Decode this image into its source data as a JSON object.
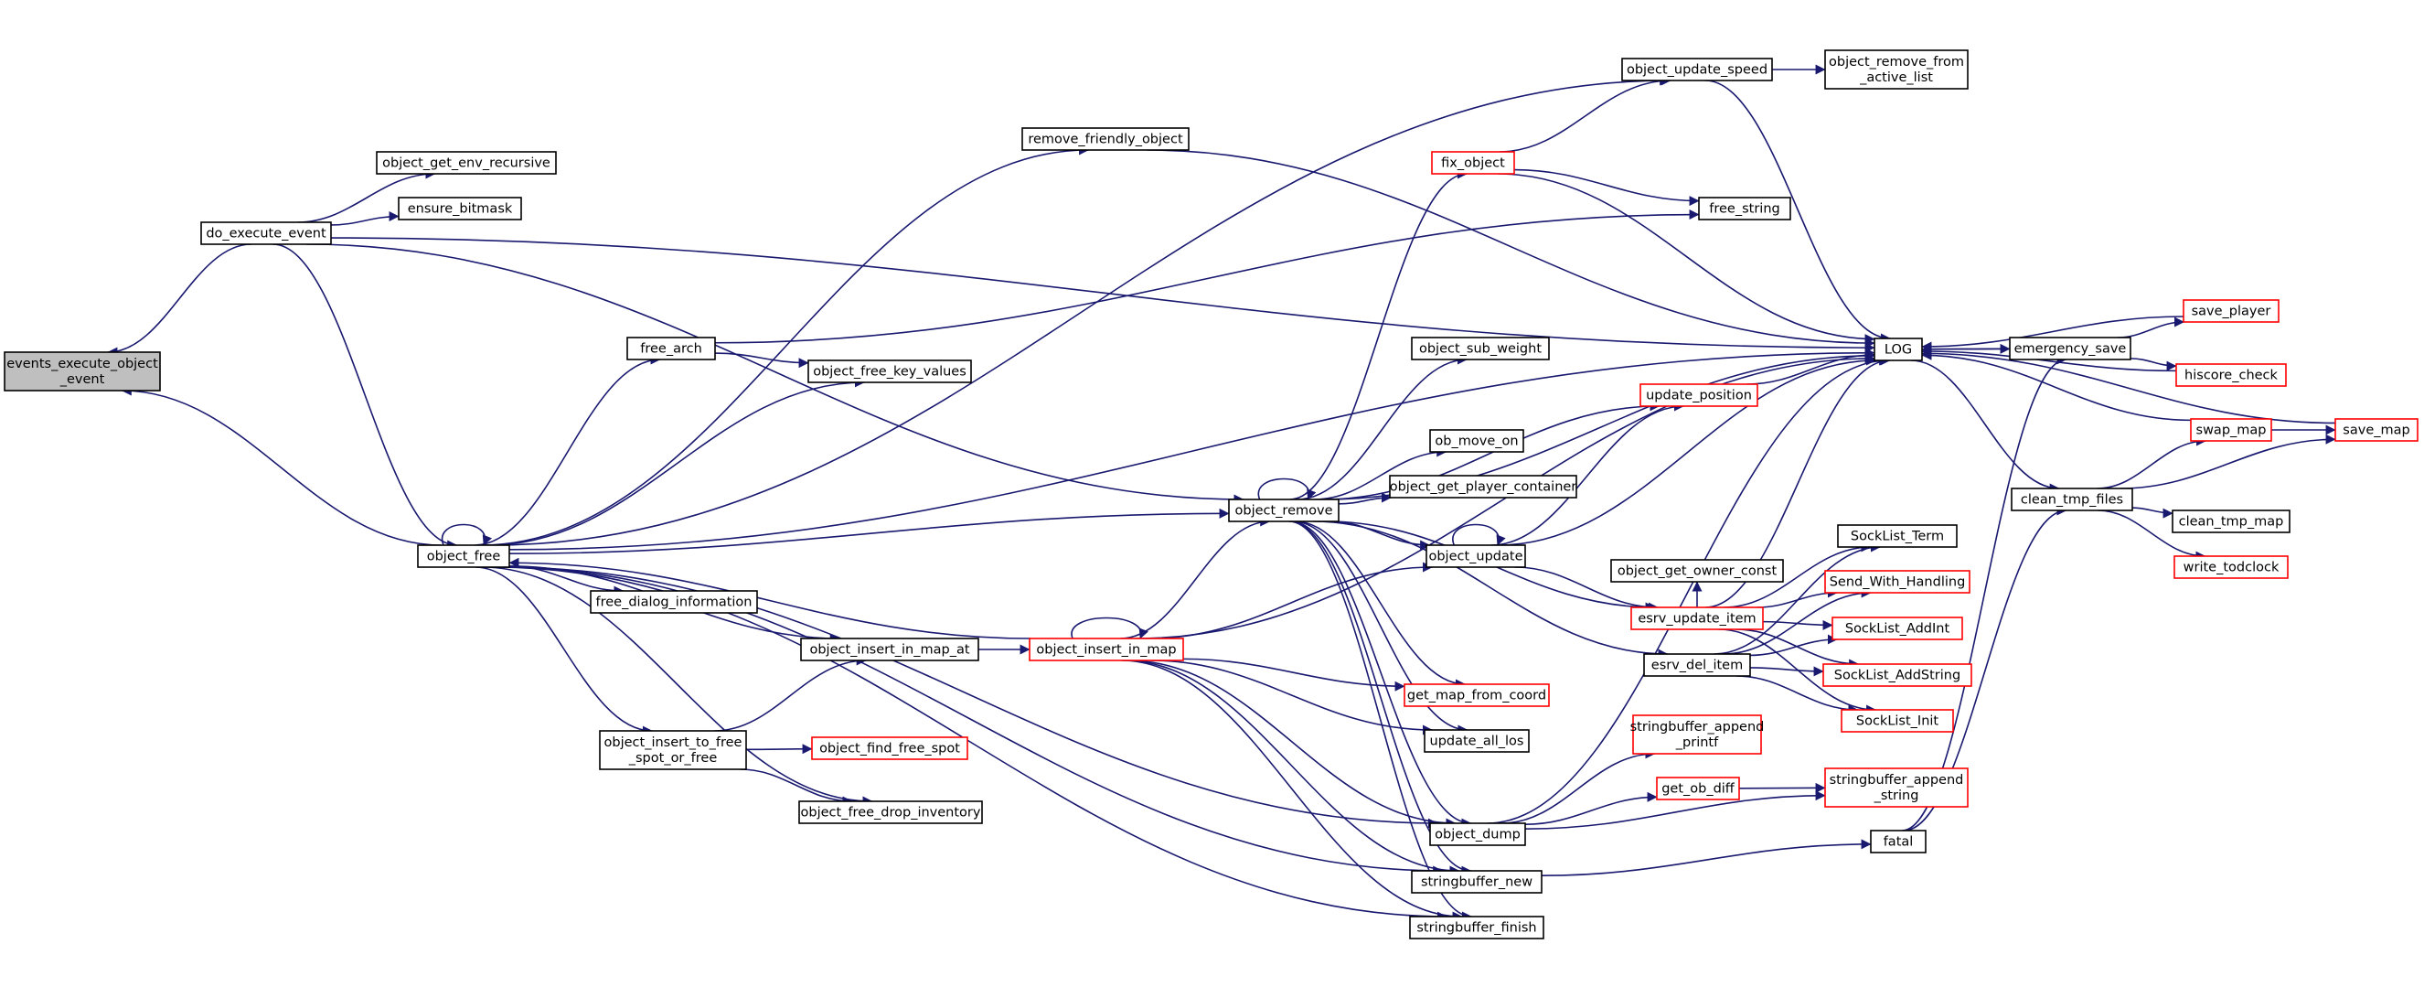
{
  "colors": {
    "edge": "#191970",
    "node_border_normal": "#000000",
    "node_border_truncated": "#ff0000",
    "node_fill": "#ffffff",
    "node_fill_root": "#bfbfbf"
  },
  "nodes": [
    {
      "id": "events_execute_object_event",
      "lines": [
        "events_execute_object",
        "_event"
      ],
      "style": "root"
    },
    {
      "id": "do_execute_event",
      "lines": [
        "do_execute_event"
      ],
      "style": "normal"
    },
    {
      "id": "object_free",
      "lines": [
        "object_free"
      ],
      "style": "normal"
    },
    {
      "id": "object_get_env_recursive",
      "lines": [
        "object_get_env_recursive"
      ],
      "style": "normal"
    },
    {
      "id": "ensure_bitmask",
      "lines": [
        "ensure_bitmask"
      ],
      "style": "normal"
    },
    {
      "id": "remove_friendly_object",
      "lines": [
        "remove_friendly_object"
      ],
      "style": "normal"
    },
    {
      "id": "free_arch",
      "lines": [
        "free_arch"
      ],
      "style": "normal"
    },
    {
      "id": "object_free_key_values",
      "lines": [
        "object_free_key_values"
      ],
      "style": "normal"
    },
    {
      "id": "free_dialog_information",
      "lines": [
        "free_dialog_information"
      ],
      "style": "normal"
    },
    {
      "id": "object_insert_in_map_at",
      "lines": [
        "object_insert_in_map_at"
      ],
      "style": "normal"
    },
    {
      "id": "object_insert_to_free_spot_or_free",
      "lines": [
        "object_insert_to_free",
        "_spot_or_free"
      ],
      "style": "normal"
    },
    {
      "id": "object_find_free_spot",
      "lines": [
        "object_find_free_spot"
      ],
      "style": "truncated"
    },
    {
      "id": "object_free_drop_inventory",
      "lines": [
        "object_free_drop_inventory"
      ],
      "style": "normal"
    },
    {
      "id": "object_insert_in_map",
      "lines": [
        "object_insert_in_map"
      ],
      "style": "truncated"
    },
    {
      "id": "object_remove",
      "lines": [
        "object_remove"
      ],
      "style": "normal"
    },
    {
      "id": "fix_object",
      "lines": [
        "fix_object"
      ],
      "style": "truncated"
    },
    {
      "id": "object_update_speed",
      "lines": [
        "object_update_speed"
      ],
      "style": "normal"
    },
    {
      "id": "object_remove_from_active_list",
      "lines": [
        "object_remove_from",
        "_active_list"
      ],
      "style": "normal"
    },
    {
      "id": "free_string",
      "lines": [
        "free_string"
      ],
      "style": "normal"
    },
    {
      "id": "object_sub_weight",
      "lines": [
        "object_sub_weight"
      ],
      "style": "normal"
    },
    {
      "id": "update_position",
      "lines": [
        "update_position"
      ],
      "style": "truncated"
    },
    {
      "id": "ob_move_on",
      "lines": [
        "ob_move_on"
      ],
      "style": "normal"
    },
    {
      "id": "object_get_player_container",
      "lines": [
        "object_get_player_container"
      ],
      "style": "normal"
    },
    {
      "id": "object_update",
      "lines": [
        "object_update"
      ],
      "style": "normal"
    },
    {
      "id": "object_get_owner_const",
      "lines": [
        "object_get_owner_const"
      ],
      "style": "normal"
    },
    {
      "id": "get_map_from_coord",
      "lines": [
        "get_map_from_coord"
      ],
      "style": "truncated"
    },
    {
      "id": "update_all_los",
      "lines": [
        "update_all_los"
      ],
      "style": "normal"
    },
    {
      "id": "object_dump",
      "lines": [
        "object_dump"
      ],
      "style": "normal"
    },
    {
      "id": "stringbuffer_new",
      "lines": [
        "stringbuffer_new"
      ],
      "style": "normal"
    },
    {
      "id": "stringbuffer_finish",
      "lines": [
        "stringbuffer_finish"
      ],
      "style": "normal"
    },
    {
      "id": "esrv_update_item",
      "lines": [
        "esrv_update_item"
      ],
      "style": "truncated"
    },
    {
      "id": "esrv_del_item",
      "lines": [
        "esrv_del_item"
      ],
      "style": "normal"
    },
    {
      "id": "stringbuffer_append_printf",
      "lines": [
        "stringbuffer_append",
        "_printf"
      ],
      "style": "truncated"
    },
    {
      "id": "get_ob_diff",
      "lines": [
        "get_ob_diff"
      ],
      "style": "truncated"
    },
    {
      "id": "stringbuffer_append_string",
      "lines": [
        "stringbuffer_append",
        "_string"
      ],
      "style": "truncated"
    },
    {
      "id": "fatal",
      "lines": [
        "fatal"
      ],
      "style": "normal"
    },
    {
      "id": "LOG",
      "lines": [
        "LOG"
      ],
      "style": "normal"
    },
    {
      "id": "SockList_Term",
      "lines": [
        "SockList_Term"
      ],
      "style": "normal"
    },
    {
      "id": "Send_With_Handling",
      "lines": [
        "Send_With_Handling"
      ],
      "style": "truncated"
    },
    {
      "id": "SockList_AddInt",
      "lines": [
        "SockList_AddInt"
      ],
      "style": "truncated"
    },
    {
      "id": "SockList_AddString",
      "lines": [
        "SockList_AddString"
      ],
      "style": "truncated"
    },
    {
      "id": "SockList_Init",
      "lines": [
        "SockList_Init"
      ],
      "style": "truncated"
    },
    {
      "id": "emergency_save",
      "lines": [
        "emergency_save"
      ],
      "style": "normal"
    },
    {
      "id": "clean_tmp_files",
      "lines": [
        "clean_tmp_files"
      ],
      "style": "normal"
    },
    {
      "id": "save_player",
      "lines": [
        "save_player"
      ],
      "style": "truncated"
    },
    {
      "id": "hiscore_check",
      "lines": [
        "hiscore_check"
      ],
      "style": "truncated"
    },
    {
      "id": "swap_map",
      "lines": [
        "swap_map"
      ],
      "style": "truncated"
    },
    {
      "id": "save_map",
      "lines": [
        "save_map"
      ],
      "style": "truncated"
    },
    {
      "id": "clean_tmp_map",
      "lines": [
        "clean_tmp_map"
      ],
      "style": "normal"
    },
    {
      "id": "write_todclock",
      "lines": [
        "write_todclock"
      ],
      "style": "truncated"
    }
  ],
  "edges": [
    [
      "do_execute_event",
      "events_execute_object_event"
    ],
    [
      "object_free",
      "events_execute_object_event"
    ],
    [
      "do_execute_event",
      "object_get_env_recursive"
    ],
    [
      "do_execute_event",
      "ensure_bitmask"
    ],
    [
      "do_execute_event",
      "LOG"
    ],
    [
      "do_execute_event",
      "object_remove"
    ],
    [
      "do_execute_event",
      "object_free"
    ],
    [
      "object_free",
      "object_free"
    ],
    [
      "object_free",
      "object_update_speed"
    ],
    [
      "object_free",
      "remove_friendly_object"
    ],
    [
      "object_free",
      "free_arch"
    ],
    [
      "object_free",
      "object_free_key_values"
    ],
    [
      "object_free",
      "LOG"
    ],
    [
      "object_free",
      "object_remove"
    ],
    [
      "object_free",
      "free_dialog_information"
    ],
    [
      "object_free",
      "object_insert_in_map_at"
    ],
    [
      "object_free",
      "object_insert_to_free_spot_or_free"
    ],
    [
      "object_free",
      "object_free_drop_inventory"
    ],
    [
      "object_free",
      "object_dump"
    ],
    [
      "object_free",
      "stringbuffer_new"
    ],
    [
      "object_free",
      "stringbuffer_finish"
    ],
    [
      "remove_friendly_object",
      "LOG"
    ],
    [
      "free_arch",
      "free_string"
    ],
    [
      "free_arch",
      "object_free_key_values"
    ],
    [
      "object_insert_in_map_at",
      "object_insert_in_map"
    ],
    [
      "object_insert_to_free_spot_or_free",
      "object_insert_in_map_at"
    ],
    [
      "object_insert_to_free_spot_or_free",
      "object_find_free_spot"
    ],
    [
      "object_insert_to_free_spot_or_free",
      "object_free_drop_inventory"
    ],
    [
      "object_insert_in_map",
      "object_insert_in_map"
    ],
    [
      "object_insert_in_map",
      "object_free"
    ],
    [
      "object_insert_in_map",
      "object_remove"
    ],
    [
      "object_insert_in_map",
      "object_update"
    ],
    [
      "object_insert_in_map",
      "get_map_from_coord"
    ],
    [
      "object_insert_in_map",
      "update_all_los"
    ],
    [
      "object_insert_in_map",
      "object_dump"
    ],
    [
      "object_insert_in_map",
      "stringbuffer_new"
    ],
    [
      "object_insert_in_map",
      "stringbuffer_finish"
    ],
    [
      "object_insert_in_map",
      "LOG"
    ],
    [
      "object_remove",
      "object_remove"
    ],
    [
      "object_remove",
      "fix_object"
    ],
    [
      "object_remove",
      "LOG"
    ],
    [
      "object_remove",
      "object_sub_weight"
    ],
    [
      "object_remove",
      "update_position"
    ],
    [
      "object_remove",
      "ob_move_on"
    ],
    [
      "object_remove",
      "object_get_player_container"
    ],
    [
      "object_remove",
      "object_update"
    ],
    [
      "object_remove",
      "esrv_update_item"
    ],
    [
      "object_remove",
      "esrv_del_item"
    ],
    [
      "object_remove",
      "get_map_from_coord"
    ],
    [
      "object_remove",
      "update_all_los"
    ],
    [
      "object_remove",
      "object_dump"
    ],
    [
      "object_remove",
      "stringbuffer_new"
    ],
    [
      "object_remove",
      "stringbuffer_finish"
    ],
    [
      "fix_object",
      "object_update_speed"
    ],
    [
      "fix_object",
      "free_string"
    ],
    [
      "fix_object",
      "LOG"
    ],
    [
      "object_update_speed",
      "object_remove_from_active_list"
    ],
    [
      "object_update_speed",
      "LOG"
    ],
    [
      "update_position",
      "LOG"
    ],
    [
      "object_update",
      "object_update"
    ],
    [
      "object_update",
      "update_position"
    ],
    [
      "object_update",
      "LOG"
    ],
    [
      "object_update",
      "esrv_update_item"
    ],
    [
      "esrv_update_item",
      "object_get_owner_const"
    ],
    [
      "esrv_update_item",
      "SockList_Term"
    ],
    [
      "esrv_update_item",
      "Send_With_Handling"
    ],
    [
      "esrv_update_item",
      "SockList_AddInt"
    ],
    [
      "esrv_update_item",
      "SockList_AddString"
    ],
    [
      "esrv_update_item",
      "SockList_Init"
    ],
    [
      "esrv_update_item",
      "LOG"
    ],
    [
      "esrv_del_item",
      "SockList_Term"
    ],
    [
      "esrv_del_item",
      "Send_With_Handling"
    ],
    [
      "esrv_del_item",
      "SockList_AddInt"
    ],
    [
      "esrv_del_item",
      "SockList_AddString"
    ],
    [
      "esrv_del_item",
      "SockList_Init"
    ],
    [
      "object_dump",
      "stringbuffer_append_printf"
    ],
    [
      "object_dump",
      "get_ob_diff"
    ],
    [
      "object_dump",
      "stringbuffer_append_string"
    ],
    [
      "object_dump",
      "LOG"
    ],
    [
      "get_ob_diff",
      "stringbuffer_append_string"
    ],
    [
      "stringbuffer_new",
      "fatal"
    ],
    [
      "fatal",
      "emergency_save"
    ],
    [
      "fatal",
      "clean_tmp_files"
    ],
    [
      "LOG",
      "emergency_save"
    ],
    [
      "LOG",
      "clean_tmp_files"
    ],
    [
      "emergency_save",
      "LOG"
    ],
    [
      "emergency_save",
      "save_player"
    ],
    [
      "emergency_save",
      "hiscore_check"
    ],
    [
      "save_player",
      "LOG"
    ],
    [
      "hiscore_check",
      "LOG"
    ],
    [
      "swap_map",
      "LOG"
    ],
    [
      "swap_map",
      "save_map"
    ],
    [
      "save_map",
      "LOG"
    ],
    [
      "clean_tmp_files",
      "swap_map"
    ],
    [
      "clean_tmp_files",
      "save_map"
    ],
    [
      "clean_tmp_files",
      "clean_tmp_map"
    ],
    [
      "clean_tmp_files",
      "write_todclock"
    ]
  ]
}
